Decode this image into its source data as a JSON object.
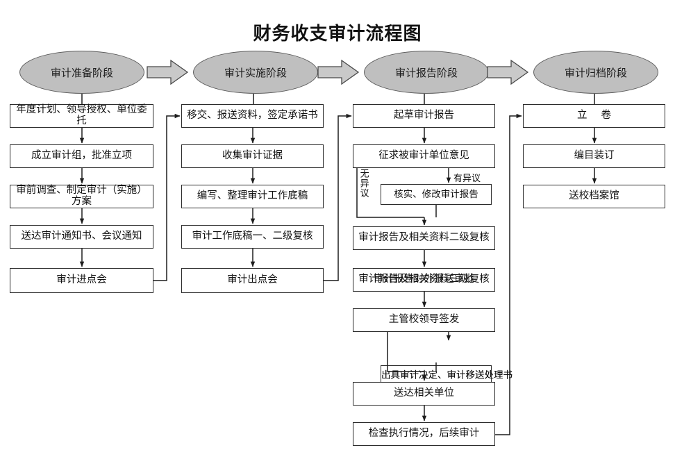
{
  "title": "财务收支审计流程图",
  "stages": [
    {
      "id": "stage-prep",
      "label": "审计准备阶段"
    },
    {
      "id": "stage-execute",
      "label": "审计实施阶段"
    },
    {
      "id": "stage-report",
      "label": "审计报告阶段"
    },
    {
      "id": "stage-archive",
      "label": "审计归档阶段"
    }
  ],
  "columns": {
    "prep": [
      "年度计划、领导授权、单位委托",
      "成立审计组，批准立项",
      "审前调查、制定审计（实施）方案",
      "送达审计通知书、会议通知",
      "审计进点会"
    ],
    "execute": [
      "移交、报送资料，签定承诺书",
      "收集审计证据",
      "编写、整理审计工作底稿",
      "审计工作底稿一、二级复核",
      "审计出点会"
    ],
    "report": {
      "draft": "起草审计报告",
      "solicit": "征求被审计单位意见",
      "revise": "核实、修改审计报告",
      "review_two": "审计报告及相关资料二级复核",
      "review_three_a": "审计报告及相关资料三级复核",
      "review_three_b": "审计报告对外报送审批",
      "sign": "主管校领导签发",
      "issue_a": "出具审计决定、审计移送处理书",
      "issue_b": "出具审计决定、审计移送处理书",
      "deliver": "送达相关单位",
      "followup": "检查执行情况，后续审计"
    },
    "archive": [
      "立 卷",
      "编目装订",
      "送校档案馆"
    ]
  },
  "branch_labels": {
    "no_objection": "无异议",
    "has_objection": "有异议"
  },
  "colors": {
    "stage_fill": "#bfbfbf",
    "stage_stroke": "#5c5c5c",
    "box_stroke": "#2b2b2b",
    "box_fill": "#ffffff",
    "arrow_fill": "#c9c9c9",
    "text": "#111111"
  }
}
